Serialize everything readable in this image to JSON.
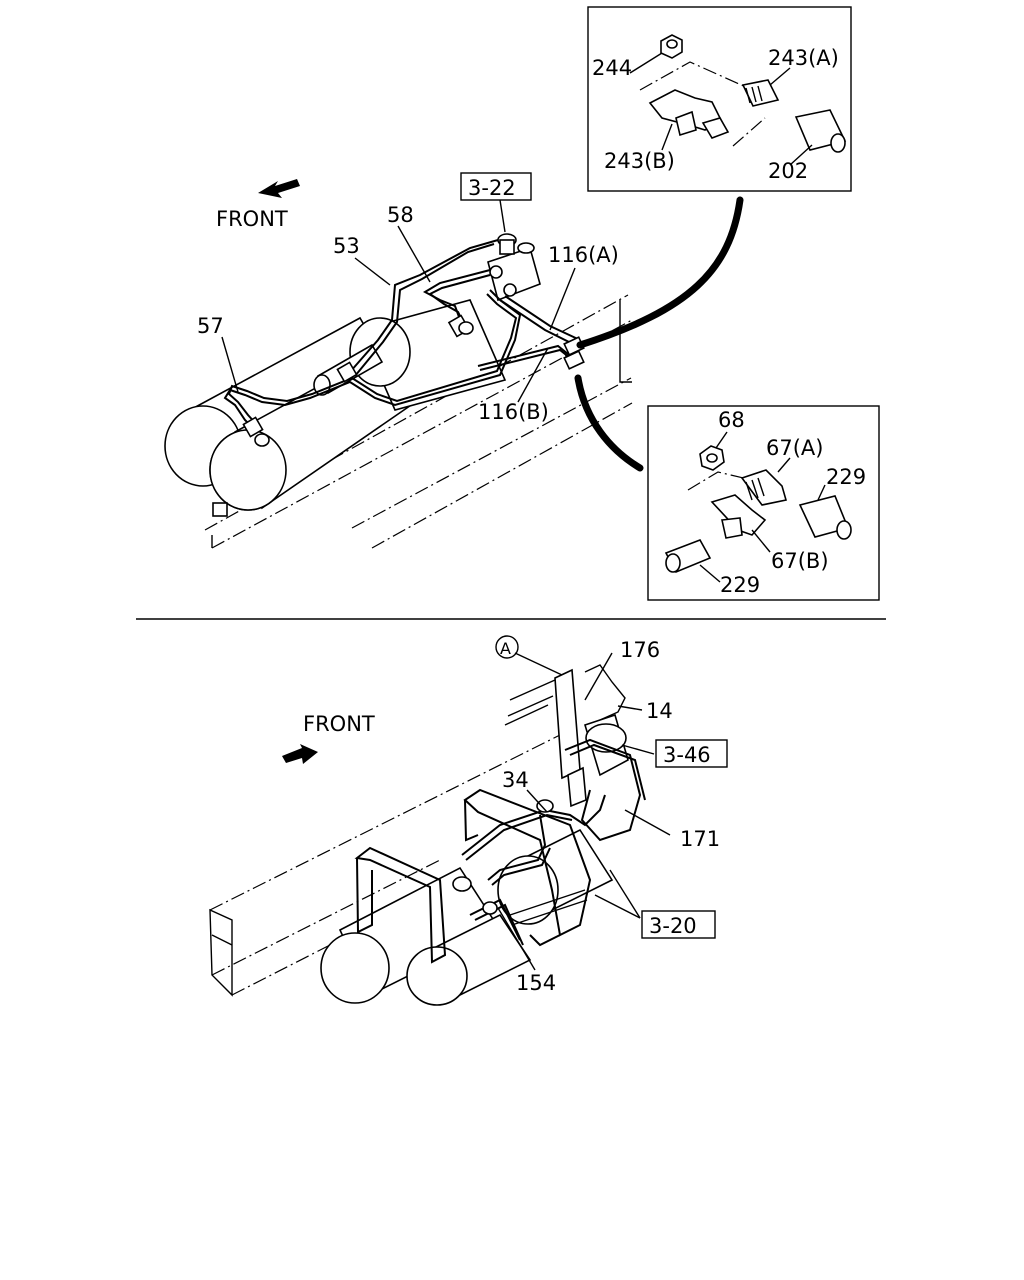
{
  "top": {
    "front_label": "FRONT",
    "ref_3_22": "3-22",
    "labels": {
      "p58": "58",
      "p53": "53",
      "p57": "57",
      "p116a": "116(A)",
      "p116b": "116(B)"
    },
    "inset1": {
      "p244": "244",
      "p243a": "243(A)",
      "p243b": "243(B)",
      "p202": "202"
    },
    "inset2": {
      "p68": "68",
      "p67a": "67(A)",
      "p229a": "229",
      "p67b": "67(B)",
      "p229b": "229"
    }
  },
  "bottom": {
    "front_label": "FRONT",
    "callout_a": "A",
    "ref_3_46": "3-46",
    "ref_3_20": "3-20",
    "labels": {
      "p176": "176",
      "p14": "14",
      "p34": "34",
      "p171": "171",
      "p154": "154"
    }
  }
}
